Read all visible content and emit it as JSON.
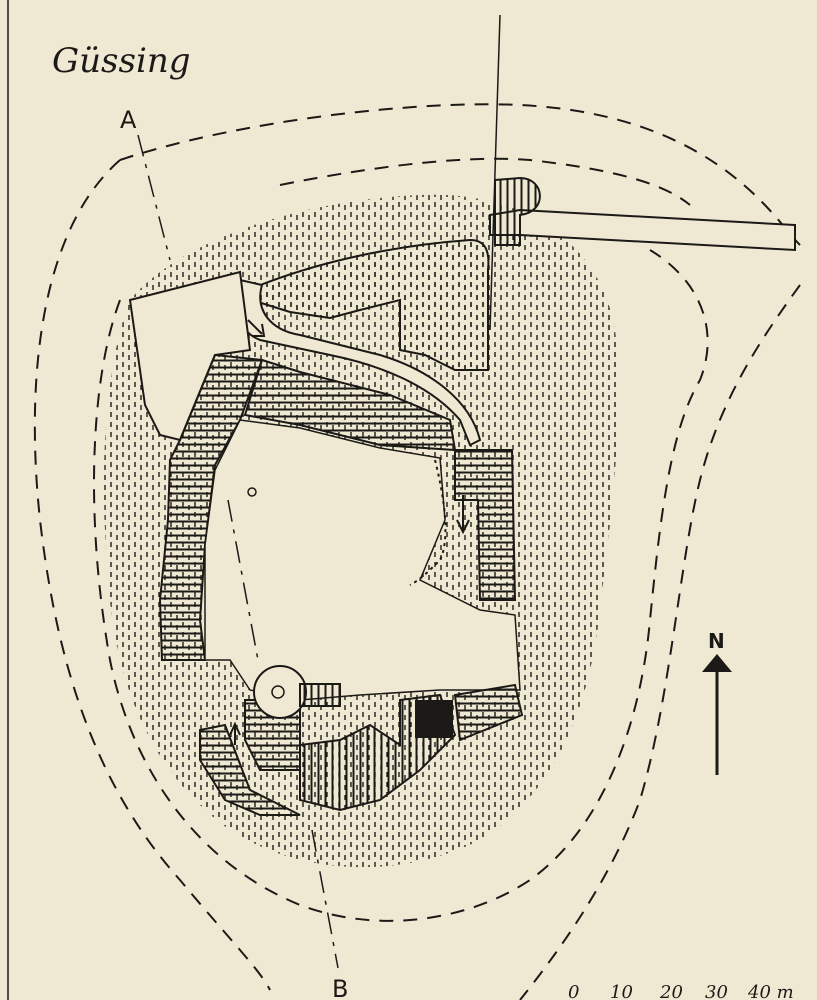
{
  "title": "Güssing",
  "section": {
    "a": "A",
    "b": "B"
  },
  "north": "N",
  "scale": [
    "0",
    "10",
    "20",
    "30",
    "40 m"
  ],
  "colors": {
    "paper": "#efe9d4",
    "ink": "#1c1a16"
  }
}
